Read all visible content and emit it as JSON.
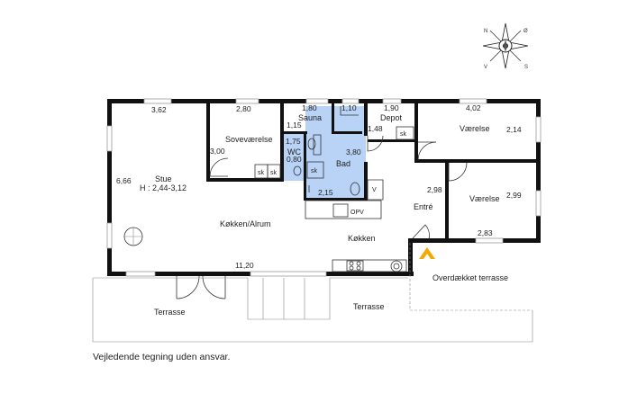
{
  "rooms": {
    "stue": "Stue",
    "stue_height": "H : 2,44-3,12",
    "sovevaerelse": "Soveværelse",
    "sauna": "Sauna",
    "wc": "WC",
    "bad": "Bad",
    "depot": "Depot",
    "vaerelse_1": "Værelse",
    "vaerelse_2": "Værelse",
    "koekken_alrum": "Køkken/Alrum",
    "koekken": "Køkken",
    "entre": "Entré",
    "terrasse_1": "Terrasse",
    "terrasse_2": "Terrasse",
    "overdaekket": "Overdækket terrasse"
  },
  "dimensions": {
    "d_3_62": "3,62",
    "d_2_80": "2,80",
    "d_1_80": "1,80",
    "d_1_10": "1,10",
    "d_1_90": "1,90",
    "d_4_02": "4,02",
    "d_1_15": "1,15",
    "d_2_14": "2,14",
    "d_1_48": "1,48",
    "d_1_75": "1,75",
    "d_3_80": "3,80",
    "d_3_00": "3,00",
    "d_0_80": "0,80",
    "d_6_66": "6,66",
    "d_2_15": "2,15",
    "d_2_98": "2,98",
    "d_2_99": "2,99",
    "d_2_83": "2,83",
    "d_11_20": "11,20"
  },
  "fixtures": {
    "sk_1": "sk",
    "sk_2": "sk",
    "sk_3": "sk",
    "sk_depot": "sk",
    "v": "V",
    "opv": "OPV"
  },
  "compass": {
    "n": "N",
    "o": "Ø",
    "s": "S",
    "v": "V"
  },
  "caption": "Vejledende tegning uden ansvar.",
  "colors": {
    "bathroom": "#b9d3f7",
    "wall": "#111111",
    "entrance_marker": "#f2a900"
  }
}
